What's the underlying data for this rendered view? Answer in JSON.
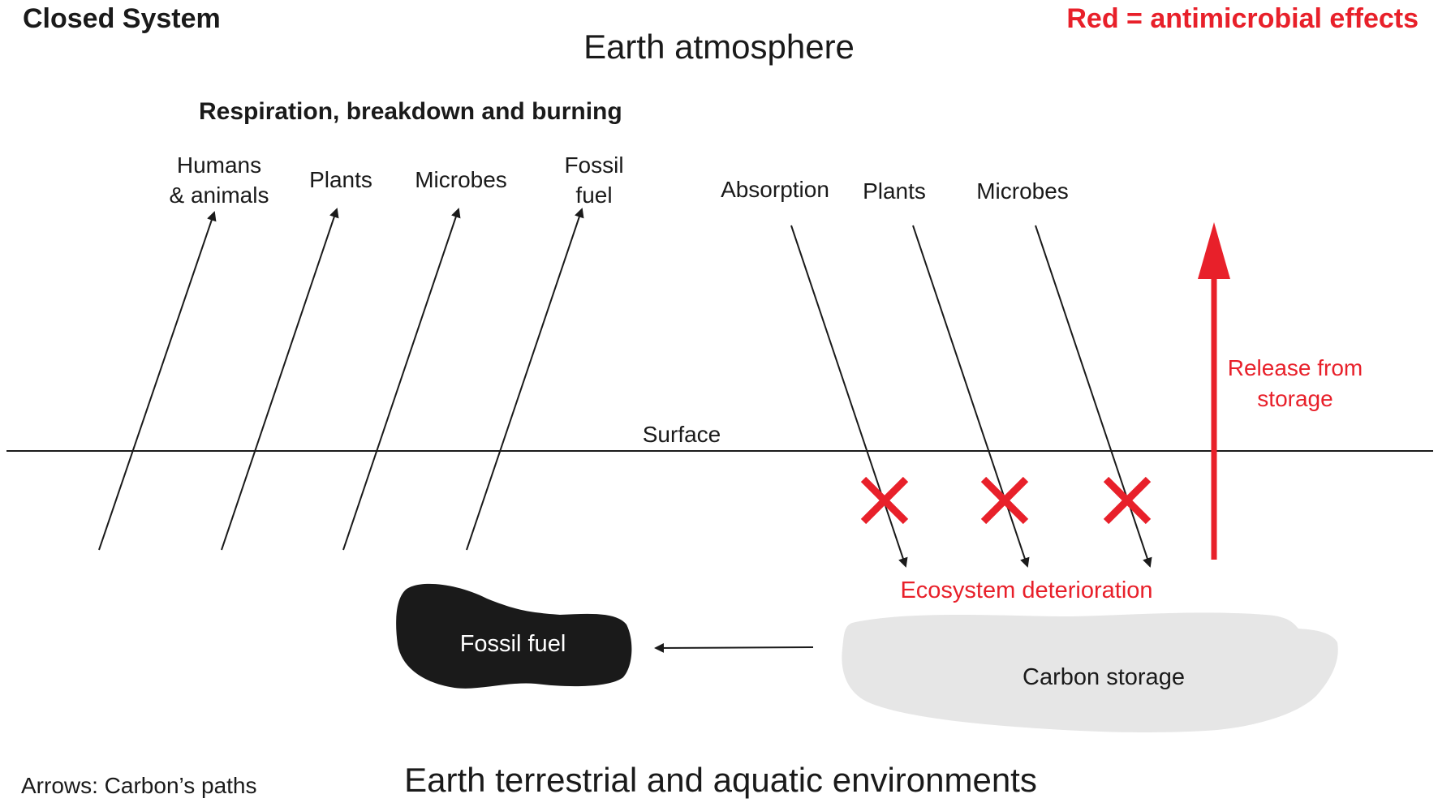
{
  "header": {
    "system_label": "Closed System",
    "legend_red": "Red = antimicrobial effects",
    "atmosphere_label": "Earth atmosphere"
  },
  "emission_group": {
    "heading": "Respiration, breakdown and burning",
    "sources": [
      {
        "line1": "Humans",
        "line2": "& animals"
      },
      {
        "line1": "Plants",
        "line2": ""
      },
      {
        "line1": "Microbes",
        "line2": ""
      },
      {
        "line1": "Fossil",
        "line2": "fuel"
      }
    ]
  },
  "uptake_group": {
    "sinks": [
      "Absorption",
      "Plants",
      "Microbes"
    ],
    "blocked_marker": "red-x-icon"
  },
  "surface_label": "Surface",
  "release_label": {
    "line1": "Release from",
    "line2": "storage"
  },
  "deterioration_label": "Ecosystem deterioration",
  "reservoirs": {
    "fossil_fuel": "Fossil fuel",
    "carbon_storage": "Carbon storage"
  },
  "footer": {
    "arrows_note": "Arrows: Carbon’s paths",
    "environments_label": "Earth terrestrial and aquatic environments"
  },
  "colors": {
    "black": "#1a1a1a",
    "red": "#e8202a",
    "storage_gray": "#e6e6e6"
  }
}
